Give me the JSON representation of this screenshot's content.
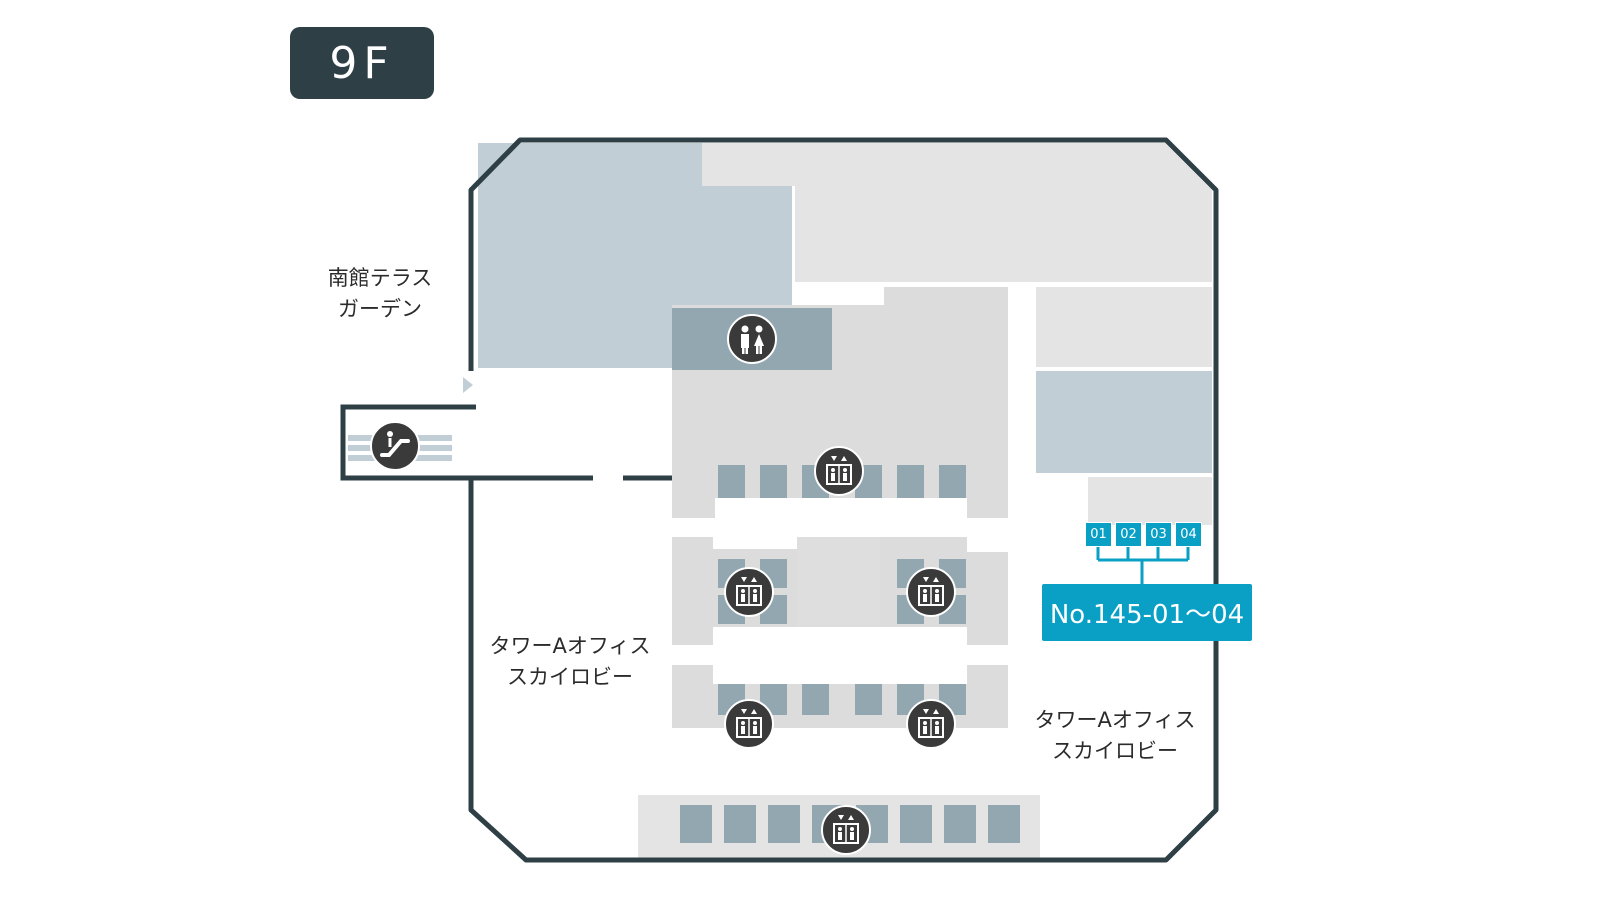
{
  "floor": {
    "label": "9F"
  },
  "labels": {
    "garden": "南館テラス\nガーデン",
    "lobby_west": "タワーAオフィス\nスカイロビー",
    "lobby_east": "タワーAオフィス\nスカイロビー"
  },
  "units": [
    "01",
    "02",
    "03",
    "04"
  ],
  "callout": {
    "text": "No.145-01～04"
  },
  "colors": {
    "outline": "#2e3f46",
    "tenant_blue": "#c2ced6",
    "tenant_gray": "#e4e4e4",
    "core_gray": "#dcdcdc",
    "core_dark": "#93a7b1",
    "highlight": "#0aa0c6",
    "icon_bg": "#3a3a3a"
  },
  "icons": [
    "restroom-icon",
    "escalator-icon",
    "elevator-icon"
  ]
}
